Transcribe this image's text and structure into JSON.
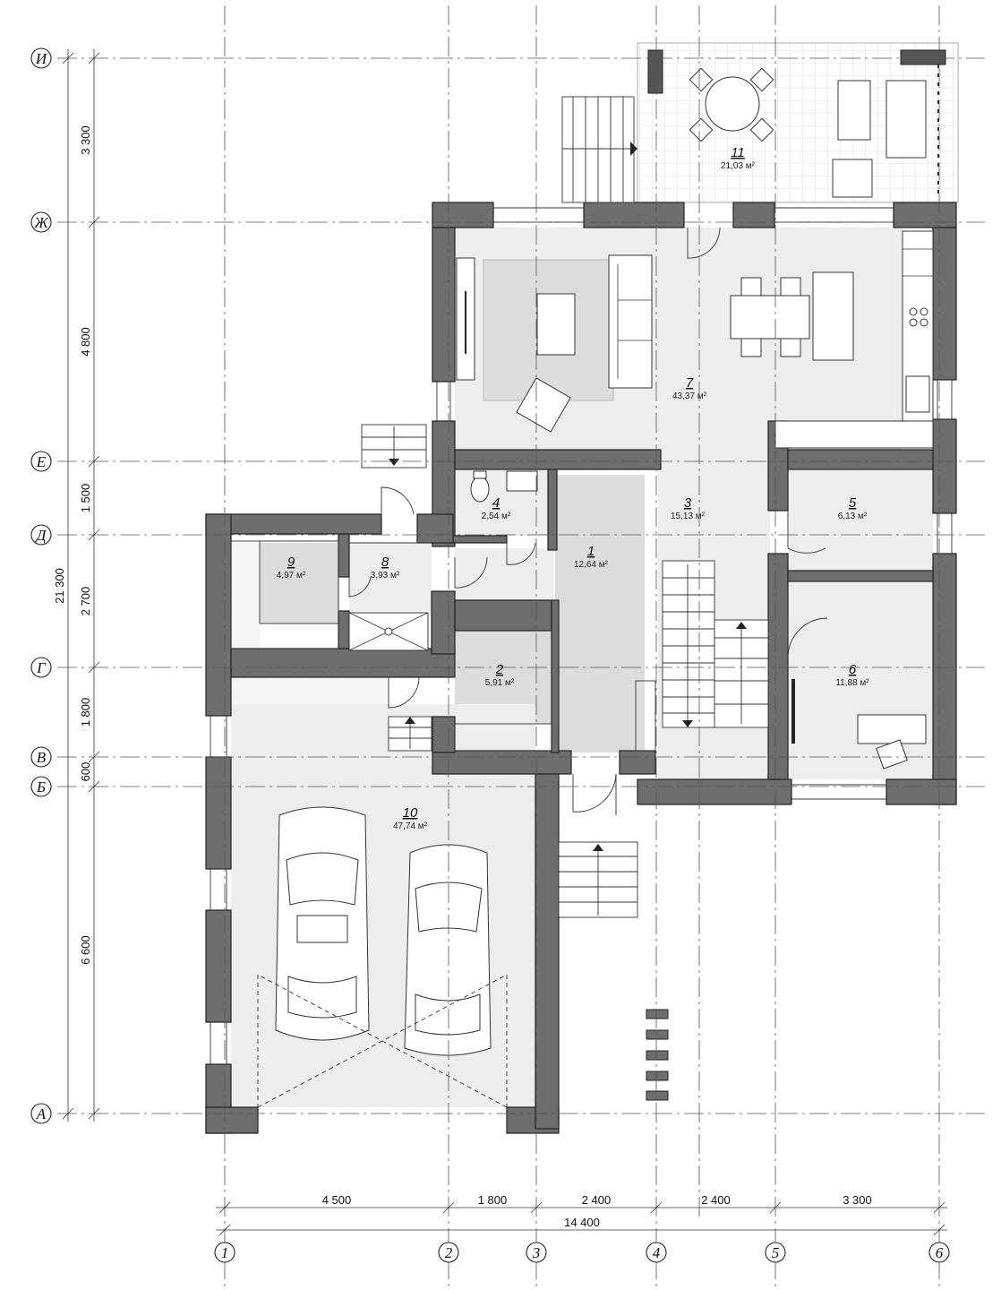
{
  "axes": {
    "horizontal": [
      {
        "label": "И"
      },
      {
        "label": "Ж"
      },
      {
        "label": "Е"
      },
      {
        "label": "Д"
      },
      {
        "label": "Г"
      },
      {
        "label": "В"
      },
      {
        "label": "Б"
      },
      {
        "label": "А"
      }
    ],
    "vertical": [
      {
        "label": "1"
      },
      {
        "label": "2"
      },
      {
        "label": "3"
      },
      {
        "label": "4"
      },
      {
        "label": "5"
      },
      {
        "label": "6"
      }
    ]
  },
  "dimensions": {
    "left": [
      "3 300",
      "4 800",
      "1 500",
      "2 700",
      "1 800",
      "600",
      "6 600"
    ],
    "left_total": "21 300",
    "bottom": [
      "4 500",
      "1 800",
      "2 400",
      "2 400",
      "3 300"
    ],
    "bottom_total": "14 400"
  },
  "rooms": [
    {
      "num": "1",
      "area": "12,64 м²"
    },
    {
      "num": "2",
      "area": "5,91 м²"
    },
    {
      "num": "3",
      "area": "15,13 м²"
    },
    {
      "num": "4",
      "area": "2,54 м²"
    },
    {
      "num": "5",
      "area": "6,13 м²"
    },
    {
      "num": "6",
      "area": "11,88 м²"
    },
    {
      "num": "7",
      "area": "43,37 м²"
    },
    {
      "num": "8",
      "area": "3,93 м²"
    },
    {
      "num": "9",
      "area": "4,97 м²"
    },
    {
      "num": "10",
      "area": "47,74 м²"
    },
    {
      "num": "11",
      "area": "21,03 м²"
    }
  ]
}
